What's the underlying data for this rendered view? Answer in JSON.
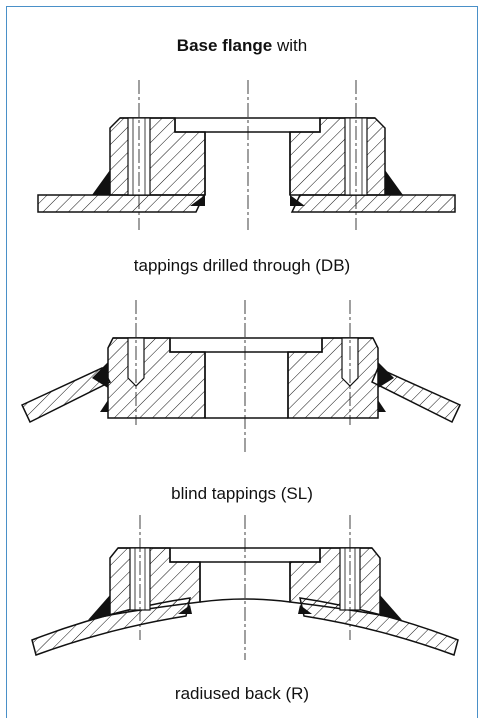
{
  "header": {
    "bold_text": "Base flange",
    "rest_text": " with"
  },
  "figures": [
    {
      "caption": "tappings drilled through (DB)"
    },
    {
      "caption": "blind tappings (SL)"
    },
    {
      "caption": "radiused back (R)"
    }
  ],
  "colors": {
    "frame": "#4a90c8",
    "line": "#111111",
    "weld": "#111111"
  }
}
